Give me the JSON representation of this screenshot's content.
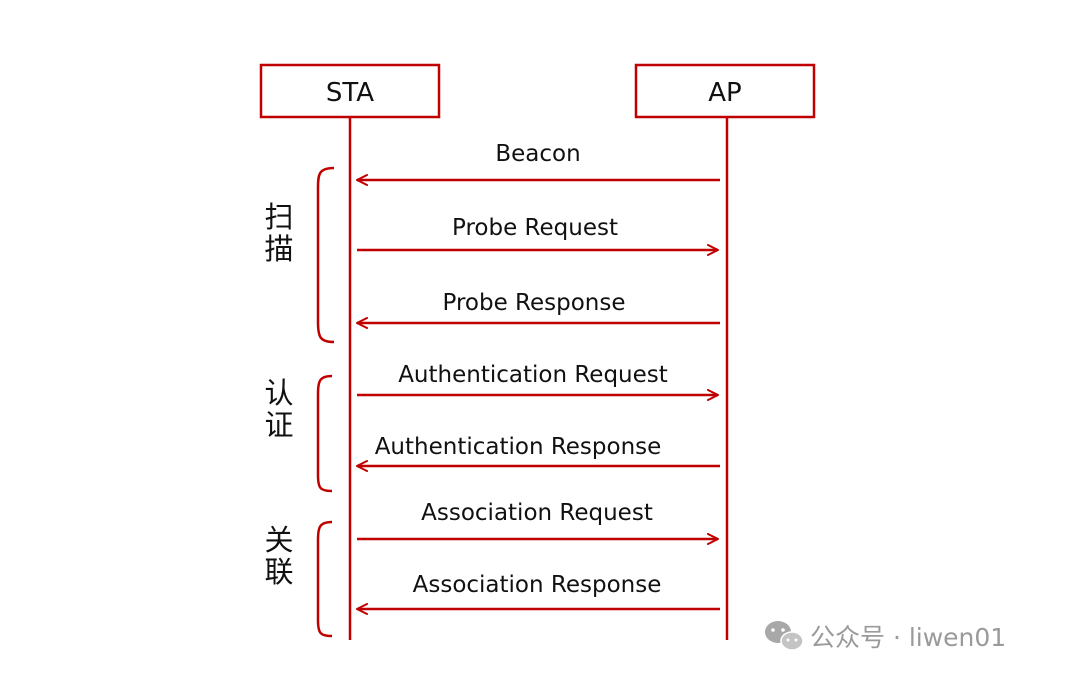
{
  "colors": {
    "accent": "#c00000",
    "text": "#111111",
    "watermark": "#9a9a9a"
  },
  "participants": {
    "sta": "STA",
    "ap": "AP"
  },
  "messages": [
    {
      "label": "Beacon",
      "direction": "ap-to-sta"
    },
    {
      "label": "Probe Request",
      "direction": "sta-to-ap"
    },
    {
      "label": "Probe Response",
      "direction": "ap-to-sta"
    },
    {
      "label": "Authentication Request",
      "direction": "sta-to-ap"
    },
    {
      "label": "Authentication Response",
      "direction": "ap-to-sta"
    },
    {
      "label": "Association Request",
      "direction": "sta-to-ap"
    },
    {
      "label": "Association Response",
      "direction": "ap-to-sta"
    }
  ],
  "phases": [
    {
      "chars": [
        "扫",
        "描"
      ]
    },
    {
      "chars": [
        "认",
        "证"
      ]
    },
    {
      "chars": [
        "关",
        "联"
      ]
    }
  ],
  "watermark": {
    "text": "公众号 · liwen01",
    "icon": "wechat-icon"
  }
}
